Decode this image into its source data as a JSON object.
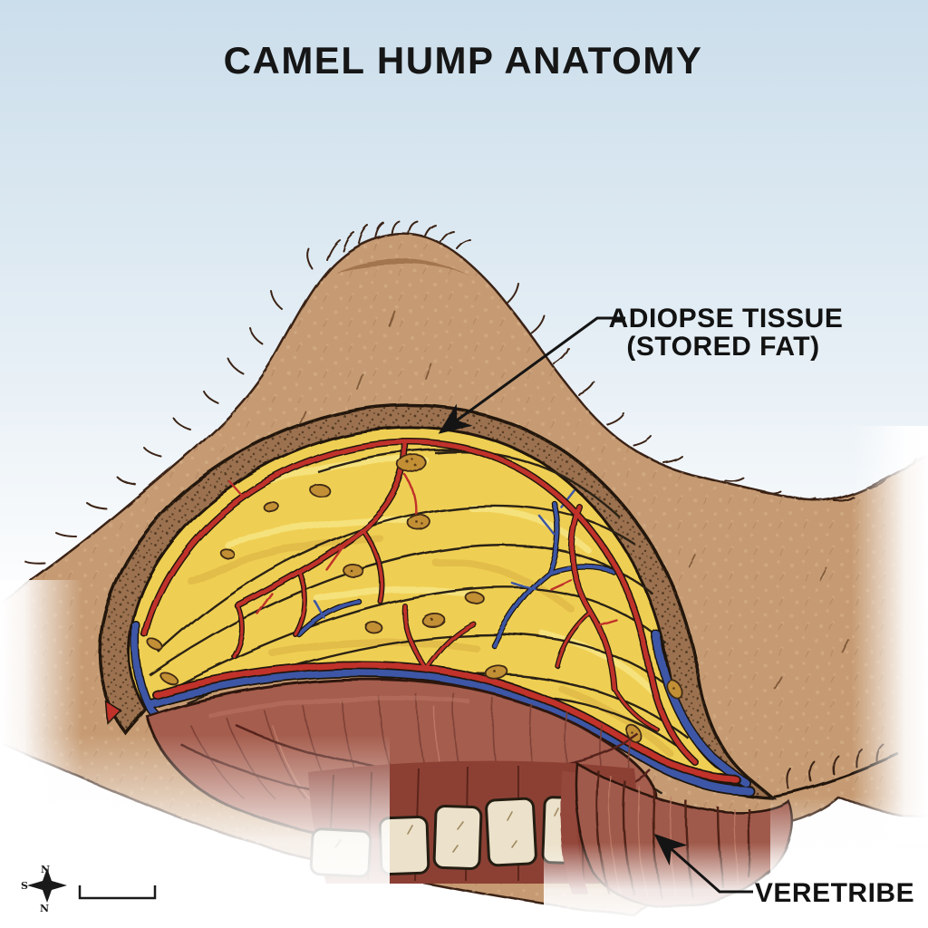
{
  "title": "CAMEL HUMP ANATOMY",
  "labels": {
    "adipose": {
      "line1": "ADIOPSE TISSUE",
      "line2": "(STORED FAT)"
    },
    "vertebrae": {
      "text": "VERETRIBE"
    }
  },
  "compass": {
    "top": "N",
    "left": "S",
    "bottom": "N"
  },
  "icons": [
    "compass-rose-icon",
    "scale-bar",
    "leader-arrowhead-icon"
  ],
  "colors": {
    "sky_top": "#cbdeeb",
    "sky_bottom": "#ffffff",
    "fur": "#c69b73",
    "fur_dark": "#8a5f3d",
    "skin_band": "#9b7150",
    "adipose_fat": "#efcf52",
    "artery_red": "#c0302c",
    "vein_blue": "#3d56a6",
    "muscle": "#a55d4d",
    "bone": "#ece1ca",
    "outline": "#221808",
    "label_text": "#121212"
  }
}
